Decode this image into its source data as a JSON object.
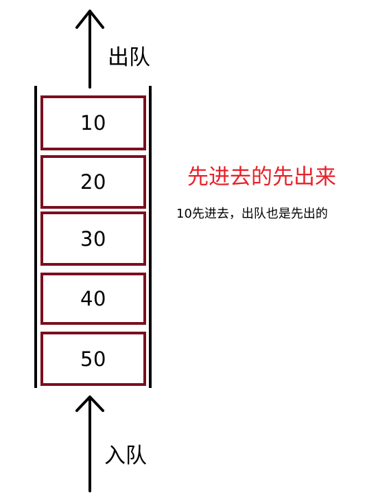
{
  "labels": {
    "dequeue": "出队",
    "enqueue": "入队"
  },
  "queue": {
    "items": [
      "10",
      "20",
      "30",
      "40",
      "50"
    ]
  },
  "annotation": {
    "headline": "先进去的先出来",
    "note": "10先进去，出队也是先出的"
  },
  "colors": {
    "box_border": "#7a0f1f",
    "headline": "#e8202a",
    "lines": "#000000"
  },
  "icons": {
    "top_arrow": "arrow-up-icon",
    "bottom_arrow": "arrow-up-icon"
  }
}
